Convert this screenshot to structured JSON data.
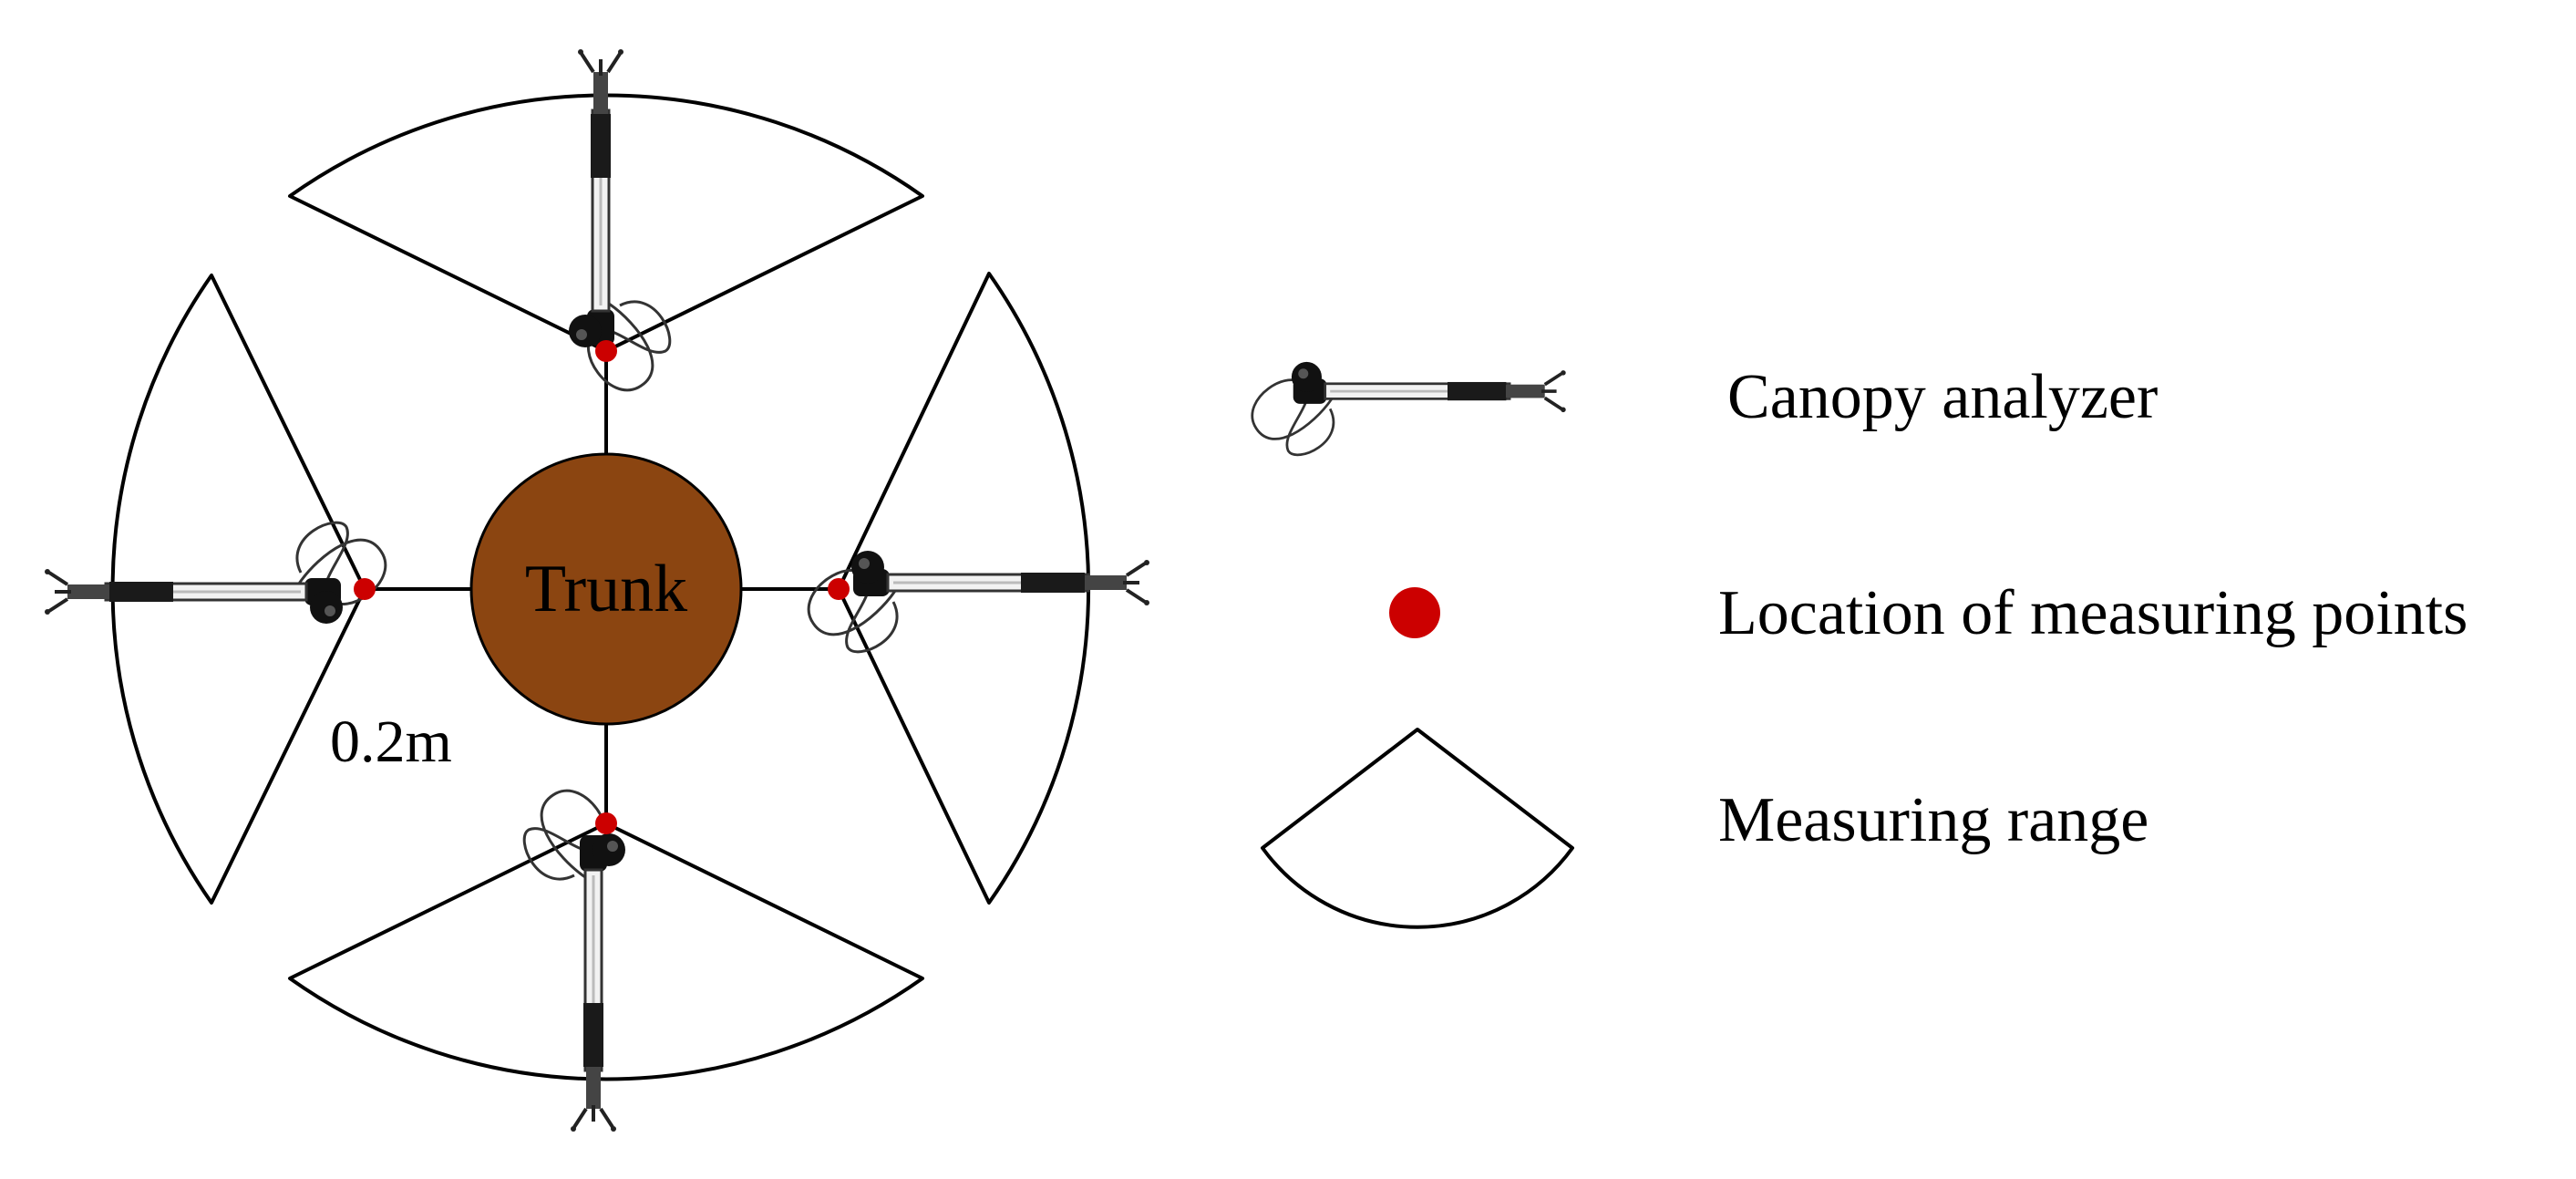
{
  "diagram": {
    "trunk_label": "Trunk",
    "distance_label": "0.2m",
    "colors": {
      "trunk_fill": "#8B4511",
      "point_fill": "#CC0000",
      "line": "#000000",
      "background": "#FFFFFF"
    },
    "icon_names": {
      "instrument": "canopy-analyzer-icon",
      "point": "measuring-point-icon",
      "range": "measuring-range-icon"
    }
  },
  "legend": {
    "items": [
      {
        "label": "Canopy analyzer",
        "icon": "canopy-analyzer-icon"
      },
      {
        "label": "Location of measuring points",
        "icon": "measuring-point-icon"
      },
      {
        "label": "Measuring range",
        "icon": "measuring-range-icon"
      }
    ]
  }
}
